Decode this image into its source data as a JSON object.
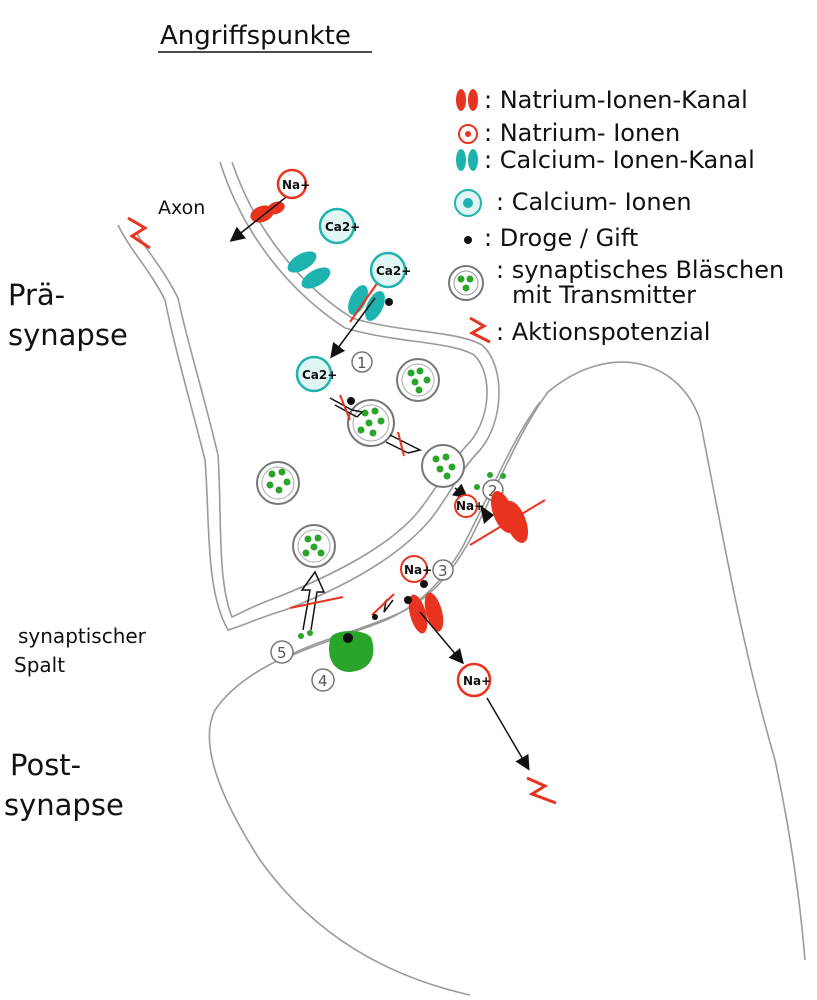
{
  "title": "Angriffspunkte",
  "regions": {
    "presynapse_line1": "Prä-",
    "presynapse_line2": "synapse",
    "cleft_line1": "synaptischer",
    "cleft_line2": "Spalt",
    "postsynapse_line1": "Post-",
    "postsynapse_line2": "synapse",
    "axon": "Axon"
  },
  "legend": [
    {
      "symbol": "sodium-channel",
      "text": ": Natrium-Ionen-Kanal"
    },
    {
      "symbol": "sodium-ion",
      "text": ": Natrium- Ionen"
    },
    {
      "symbol": "calcium-channel",
      "text": ": Calcium- Ionen-Kanal"
    },
    {
      "symbol": "calcium-ion",
      "text": ": Calcium- Ionen"
    },
    {
      "symbol": "drug-dot",
      "text": ": Droge / Gift"
    },
    {
      "symbol": "vesicle",
      "text": ": synaptisches Bläschen"
    },
    {
      "symbol": "",
      "text": "mit   Transmitter"
    },
    {
      "symbol": "action-potential",
      "text": ": Aktionspotenzial"
    }
  ],
  "ions": {
    "sodium": "Na+",
    "calcium": "Ca2+"
  },
  "markers": [
    "1",
    "2",
    "3",
    "4",
    "5"
  ],
  "colors": {
    "sodium": "#e8331f",
    "calcium": "#1fb3b0",
    "transmitter": "#2aa52a",
    "membrane": "#9a9a9a",
    "ink": "#111111"
  }
}
